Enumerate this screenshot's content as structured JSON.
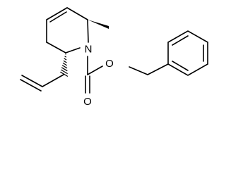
{
  "structure": {
    "atoms": {
      "nitrogen": "N",
      "carbonyl_oxygen": "O",
      "ester_oxygen": "O"
    },
    "stereo_bonds": {
      "methyl": "wedge",
      "allyl": "hashed-wedge"
    },
    "colors": {
      "line": "#000000",
      "background": "#ffffff"
    }
  }
}
